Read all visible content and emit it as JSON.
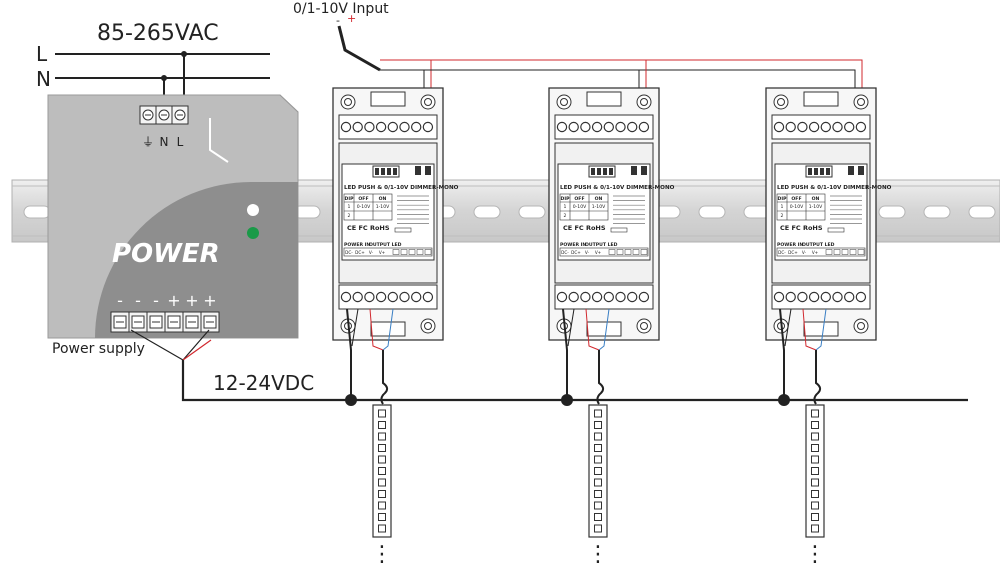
{
  "ac_input": {
    "voltage_label": "85-265VAC",
    "line_label": "L",
    "neutral_label": "N"
  },
  "control_input": {
    "label": "0/1-10V Input",
    "minus_mark": "-",
    "plus_mark": "+"
  },
  "power_supply": {
    "brand_text": "POWER",
    "caption": "Power supply",
    "input_terminals": [
      "⏚",
      "N",
      "L"
    ],
    "output_terminals": [
      "-",
      "-",
      "-",
      "+",
      "+",
      "+"
    ]
  },
  "dc_bus": {
    "label": "12-24VDC"
  },
  "dimmer": {
    "title": "LED PUSH & 0/1-10V DIMMER-MONO",
    "table_headers": [
      "DIP",
      "OFF",
      "ON"
    ],
    "table_rows": [
      [
        "1",
        "0-10V",
        "1-10V"
      ],
      [
        "2",
        "",
        ""
      ]
    ],
    "cert_text": "CE FC RoHS",
    "bottom_labels": [
      "POWER IN",
      "OUTPUT LED"
    ],
    "terminal_labels": [
      "DC-",
      "DC+",
      "V-",
      "V+"
    ]
  },
  "led_strip": {
    "continuation": "⋮"
  },
  "colors": {
    "wire": "#222222",
    "positive": "#d1282e",
    "negative": "#3a7fc4",
    "rail": "#dcdcdc",
    "psu_body": "#bdbdbd",
    "psu_dark": "#8e8e8e",
    "led_green": "#1a9a48"
  }
}
